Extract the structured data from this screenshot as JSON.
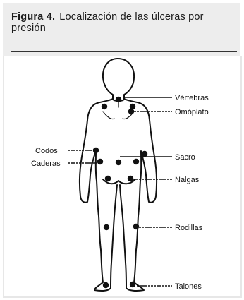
{
  "figure": {
    "number": "Figura 4.",
    "title": "Localización de las úlceras por presión"
  },
  "labels": {
    "vertebras": "Vértebras",
    "omoplato": "Omóplato",
    "codos": "Codos",
    "caderas": "Caderas",
    "sacro": "Sacro",
    "nalgas": "Nalgas",
    "rodillas": "Rodillas",
    "talones": "Talones"
  }
}
